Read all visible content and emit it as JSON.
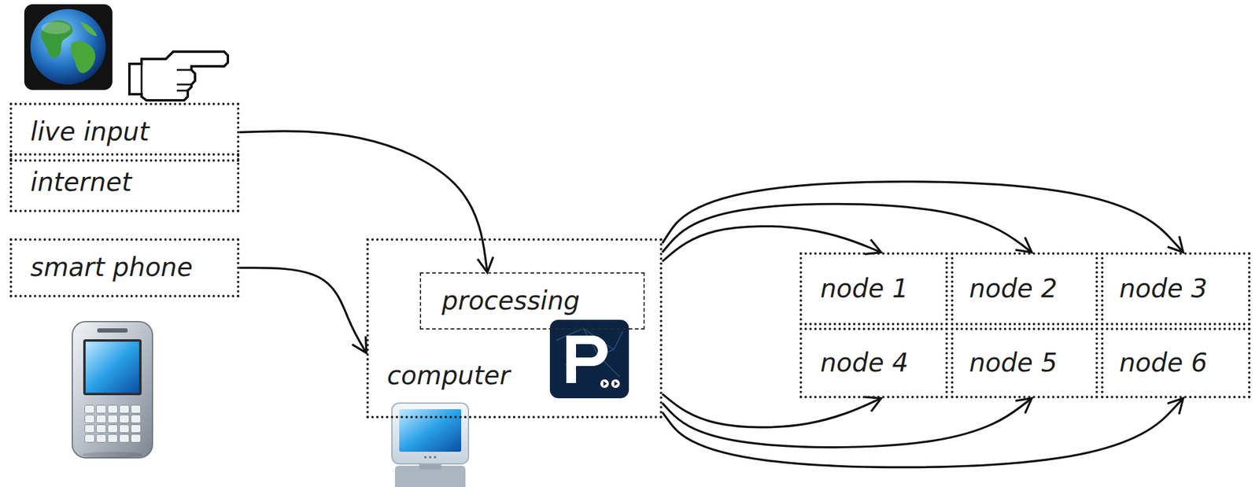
{
  "diagram": {
    "nodes": [
      {
        "text": [
          "live input"
        ]
      },
      {
        "text": [
          "internet"
        ]
      },
      {
        "text": [
          "smart phone"
        ]
      },
      {
        "text": [
          "computer"
        ]
      },
      {
        "text": [
          "processing"
        ],
        "in": 3
      },
      {
        "text": [
          "node 1"
        ]
      },
      {
        "text": [
          "node 2"
        ]
      },
      {
        "text": [
          "node 3"
        ]
      },
      {
        "text": [
          "node 4"
        ]
      },
      {
        "text": [
          "node 5"
        ]
      },
      {
        "text": [
          "node 6"
        ]
      }
    ],
    "edges": [
      {
        "from": 0,
        "to": 4,
        "arrow": "to"
      },
      {
        "from": 2,
        "to": 3,
        "arrow": "to"
      },
      {
        "from": 3,
        "to": 5,
        "arrow": "to"
      },
      {
        "from": 3,
        "to": 6,
        "arrow": "to"
      },
      {
        "from": 3,
        "to": 7,
        "arrow": "to"
      },
      {
        "from": 3,
        "to": 8,
        "arrow": "to"
      },
      {
        "from": 3,
        "to": 9,
        "arrow": "to"
      },
      {
        "from": 3,
        "to": 10,
        "arrow": "to"
      }
    ]
  }
}
